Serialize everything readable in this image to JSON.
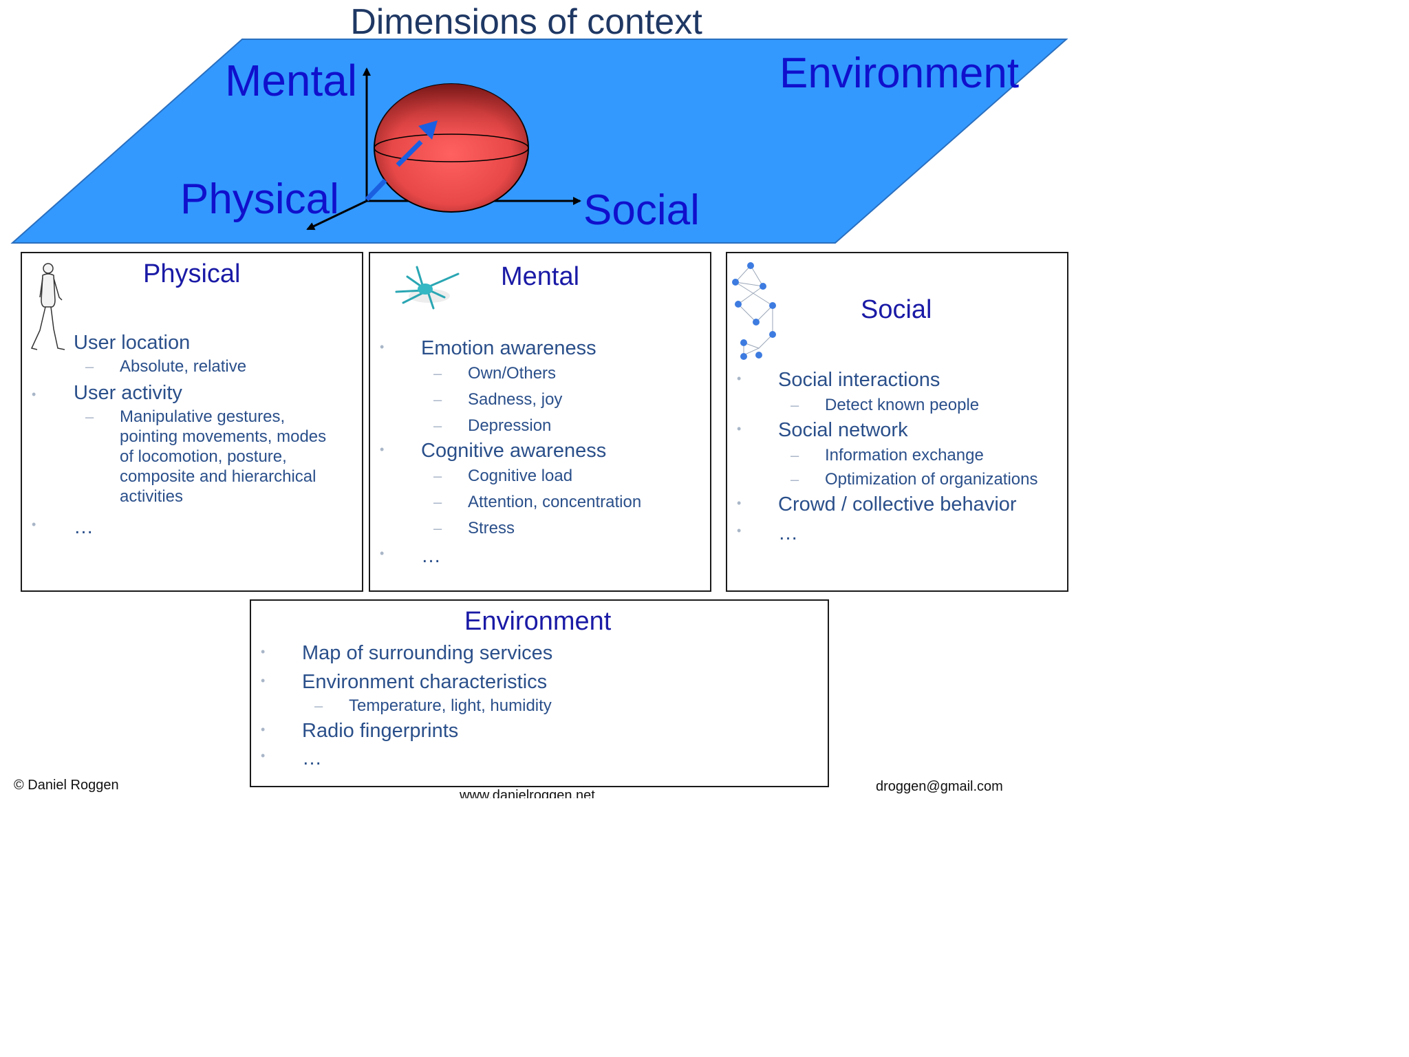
{
  "title": "Dimensions of context",
  "diagram": {
    "mental": "Mental",
    "environment": "Environment",
    "physical": "Physical",
    "social": "Social"
  },
  "boxes": {
    "physical": {
      "title": "Physical",
      "items": [
        {
          "text": "User location"
        },
        {
          "text": "Absolute, relative"
        },
        {
          "text": "User activity"
        },
        {
          "text": "Manipulative gestures, pointing movements, modes of locomotion, posture, composite and hierarchical activities"
        },
        {
          "text": "…"
        }
      ]
    },
    "mental": {
      "title": "Mental",
      "items": [
        {
          "text": "Emotion awareness"
        },
        {
          "text": "Own/Others"
        },
        {
          "text": "Sadness, joy"
        },
        {
          "text": "Depression"
        },
        {
          "text": "Cognitive awareness"
        },
        {
          "text": "Cognitive load"
        },
        {
          "text": "Attention, concentration"
        },
        {
          "text": "Stress"
        },
        {
          "text": "…"
        }
      ]
    },
    "social": {
      "title": "Social",
      "items": [
        {
          "text": "Social interactions"
        },
        {
          "text": "Detect known people"
        },
        {
          "text": "Social network"
        },
        {
          "text": "Information exchange"
        },
        {
          "text": "Optimization of organizations"
        },
        {
          "text": "Crowd / collective behavior"
        },
        {
          "text": "…"
        }
      ]
    },
    "environment": {
      "title": "Environment",
      "items": [
        {
          "text": "Map of surrounding services"
        },
        {
          "text": "Environment characteristics"
        },
        {
          "text": "Temperature, light, humidity"
        },
        {
          "text": "Radio fingerprints"
        },
        {
          "text": "…"
        }
      ]
    }
  },
  "footer": {
    "author": "© Daniel Roggen",
    "website": "www.danielroggen.net",
    "email": "droggen@gmail.com"
  },
  "colors": {
    "plane": "#3399ff",
    "label_blue": "#1010cc",
    "sphere": "#e84848",
    "vector": "#1a5fe0"
  }
}
